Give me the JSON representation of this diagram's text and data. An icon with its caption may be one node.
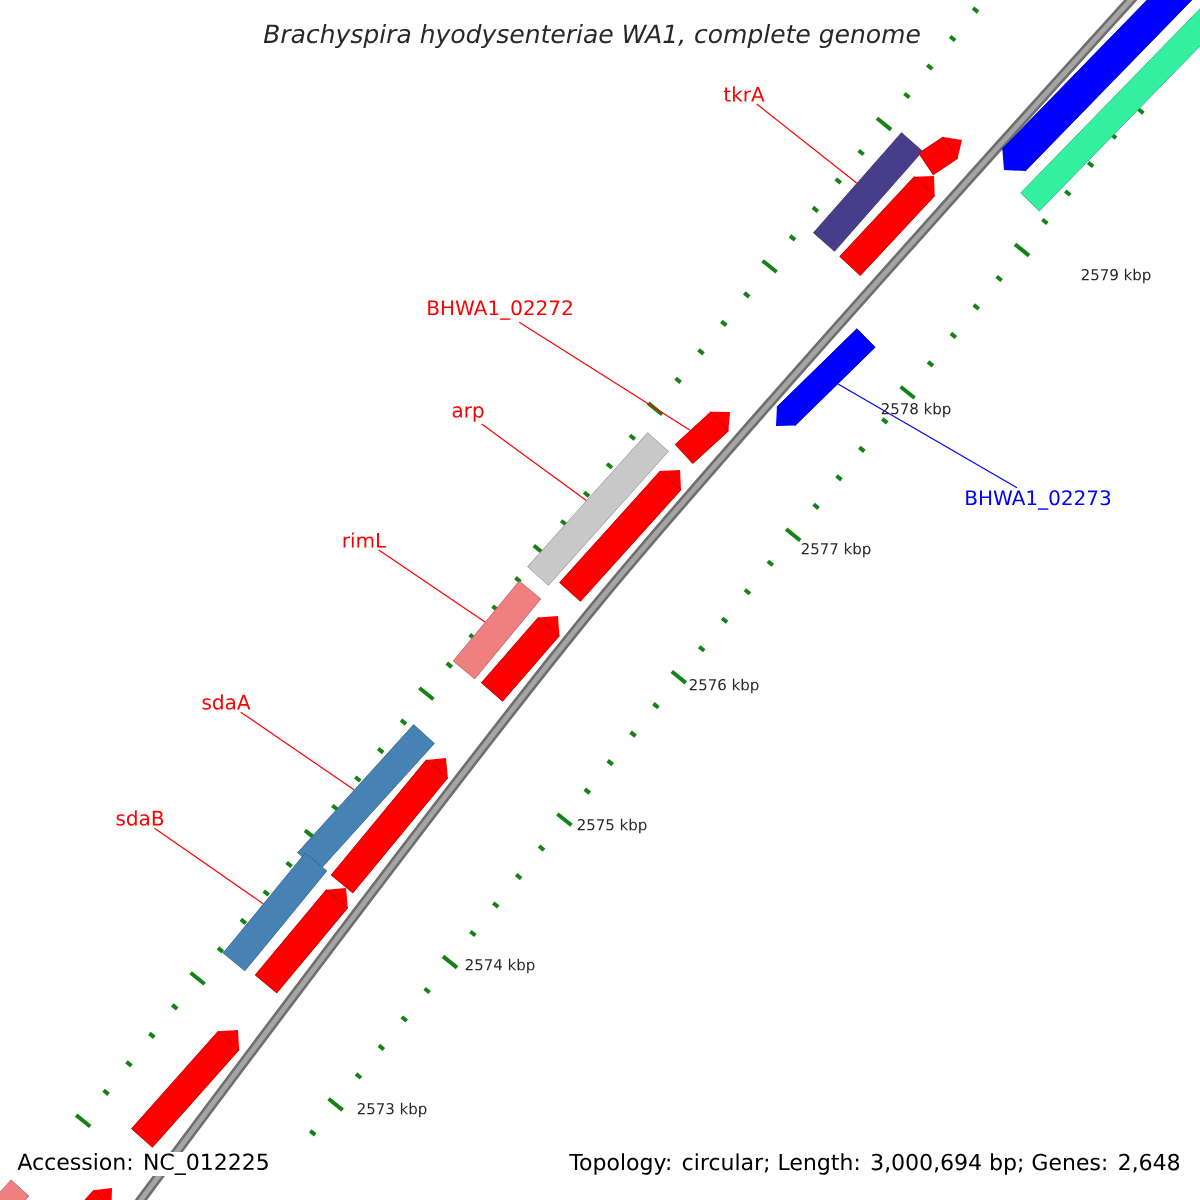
{
  "diagram": {
    "title": "*Brachyspira hyodysenteriae WA1, complete genome*",
    "nodes": [
      {
        "text": [
          "tkrA"
        ]
      },
      {
        "text": [
          "BHWA1_02272"
        ]
      },
      {
        "text": [
          "arp"
        ]
      },
      {
        "text": [
          "rimL"
        ]
      },
      {
        "text": [
          "sdaA"
        ]
      },
      {
        "text": [
          "sdaB"
        ]
      },
      {
        "text": [
          "BHWA1_02273"
        ]
      },
      {
        "text": [],
        "shape": "bar"
      },
      {
        "text": [],
        "shape": "bar"
      },
      {
        "text": [],
        "shape": "bar"
      },
      {
        "text": [],
        "shape": "bar"
      },
      {
        "text": [],
        "shape": "bar"
      },
      {
        "text": [],
        "shape": "bar"
      },
      {
        "text": [],
        "shape": "bar"
      },
      {
        "text": [],
        "shape": "bar"
      },
      {
        "text": [],
        "shape": "bar"
      },
      {
        "text": [],
        "shape": "bar"
      },
      {
        "text": [],
        "shape": "bar"
      },
      {
        "text": [],
        "shape": "bar"
      },
      {
        "text": [],
        "shape": "bar"
      },
      {
        "text": [],
        "shape": "bar"
      },
      {
        "text": [],
        "shape": "bar"
      },
      {
        "text": [],
        "shape": "bar"
      },
      {
        "text": [],
        "shape": "bar"
      },
      {
        "text": [],
        "shape": "bar"
      }
    ],
    "edges": [
      {
        "from": 0,
        "to": 7,
        "arrow": "none"
      },
      {
        "from": 1,
        "to": 8,
        "arrow": "none"
      },
      {
        "from": 2,
        "to": 9,
        "arrow": "none"
      },
      {
        "from": 3,
        "to": 10,
        "arrow": "none"
      },
      {
        "from": 4,
        "to": 11,
        "arrow": "none"
      },
      {
        "from": 5,
        "to": 12,
        "arrow": "none"
      },
      {
        "from": 6,
        "to": 13,
        "arrow": "none",
        "color": "#0000ff"
      }
    ],
    "labels": [
      "2579 kbp",
      "2578 kbp",
      "2577 kbp",
      "2576 kbp",
      "2575 kbp",
      "2574 kbp",
      "2573 kbp",
      "Accession: NC_012225",
      "Topology: circular; Length: 3,000,694 bp; Genes: 2,648"
    ]
  }
}
